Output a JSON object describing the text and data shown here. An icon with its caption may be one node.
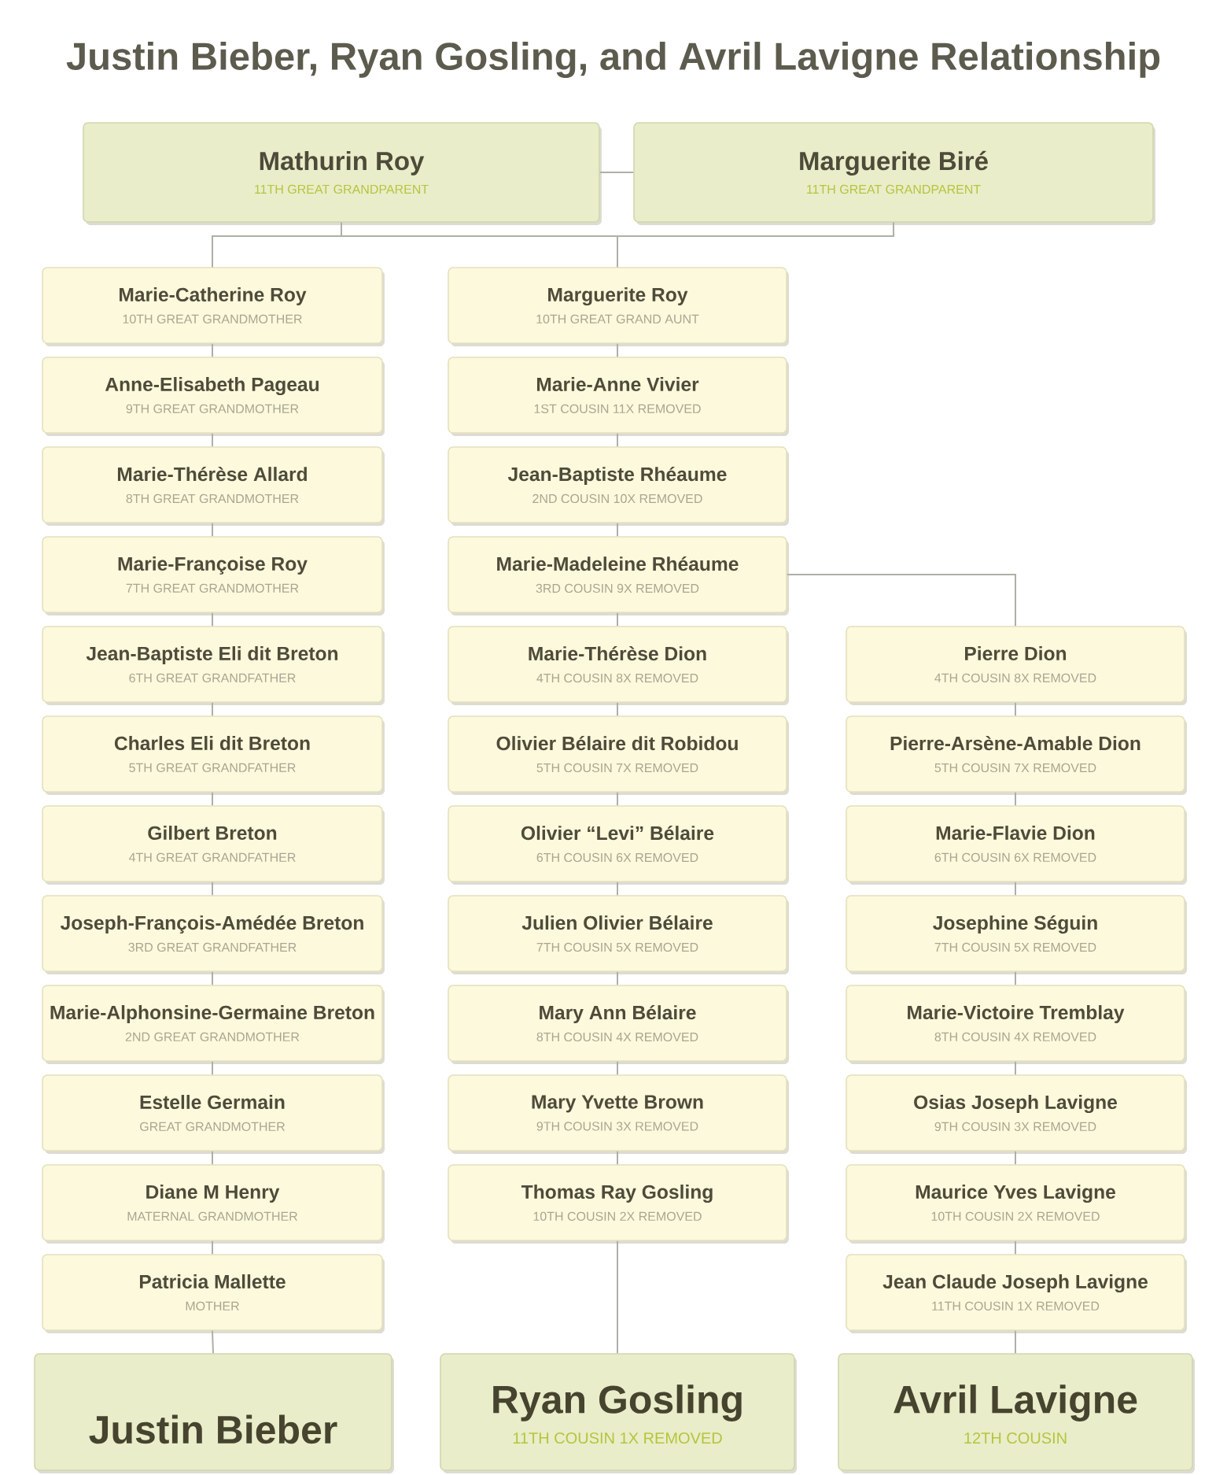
{
  "diagram": {
    "title": "Justin Bieber, Ryan Gosling, and Avril Lavigne Relationship",
    "nodes": [
      {
        "text": [
          "Mathurin Roy",
          "11TH GREAT GRANDPARENT"
        ]
      },
      {
        "text": [
          "Marguerite Biré",
          "11TH GREAT GRANDPARENT"
        ]
      },
      {
        "text": [
          "Marie-Catherine Roy",
          "10TH GREAT GRANDMOTHER"
        ]
      },
      {
        "text": [
          "Anne-Elisabeth Pageau",
          "9TH GREAT GRANDMOTHER"
        ]
      },
      {
        "text": [
          "Marie-Thérèse Allard",
          "8TH GREAT GRANDMOTHER"
        ]
      },
      {
        "text": [
          "Marie-Françoise Roy",
          "7TH GREAT GRANDMOTHER"
        ]
      },
      {
        "text": [
          "Jean-Baptiste Eli dit Breton",
          "6TH GREAT GRANDFATHER"
        ]
      },
      {
        "text": [
          "Charles Eli dit Breton",
          "5TH GREAT GRANDFATHER"
        ]
      },
      {
        "text": [
          "Gilbert Breton",
          "4TH GREAT GRANDFATHER"
        ]
      },
      {
        "text": [
          "Joseph-François-Amédée Breton",
          "3RD GREAT GRANDFATHER"
        ]
      },
      {
        "text": [
          "Marie-Alphonsine-Germaine Breton",
          "2ND GREAT GRANDMOTHER"
        ]
      },
      {
        "text": [
          "Estelle Germain",
          "GREAT GRANDMOTHER"
        ]
      },
      {
        "text": [
          "Diane M Henry",
          "MATERNAL GRANDMOTHER"
        ]
      },
      {
        "text": [
          "Patricia Mallette",
          "MOTHER"
        ]
      },
      {
        "text": [
          "Justin Bieber"
        ]
      },
      {
        "text": [
          "Marguerite Roy",
          "10TH GREAT GRAND AUNT"
        ]
      },
      {
        "text": [
          "Marie-Anne Vivier",
          "1ST COUSIN 11X REMOVED"
        ]
      },
      {
        "text": [
          "Jean-Baptiste Rhéaume",
          "2ND COUSIN 10X REMOVED"
        ]
      },
      {
        "text": [
          "Marie-Madeleine Rhéaume",
          "3RD COUSIN 9X REMOVED"
        ]
      },
      {
        "text": [
          "Marie-Thérèse Dion",
          "4TH COUSIN 8X REMOVED"
        ]
      },
      {
        "text": [
          "Olivier Bélaire dit Robidou",
          "5TH COUSIN 7X REMOVED"
        ]
      },
      {
        "text": [
          "Olivier “Levi” Bélaire",
          "6TH COUSIN 6X REMOVED"
        ]
      },
      {
        "text": [
          "Julien Olivier Bélaire",
          "7TH COUSIN 5X REMOVED"
        ]
      },
      {
        "text": [
          "Mary Ann Bélaire",
          "8TH COUSIN 4X REMOVED"
        ]
      },
      {
        "text": [
          "Mary Yvette Brown",
          "9TH COUSIN 3X REMOVED"
        ]
      },
      {
        "text": [
          "Thomas Ray Gosling",
          "10TH COUSIN 2X REMOVED"
        ]
      },
      {
        "text": [
          "Ryan Gosling",
          "11TH COUSIN 1X REMOVED"
        ]
      },
      {
        "text": [
          "Pierre Dion",
          "4TH COUSIN 8X REMOVED"
        ]
      },
      {
        "text": [
          "Pierre-Arsène-Amable Dion",
          "5TH COUSIN 7X REMOVED"
        ]
      },
      {
        "text": [
          "Marie-Flavie Dion",
          "6TH COUSIN 6X REMOVED"
        ]
      },
      {
        "text": [
          "Josephine Séguin",
          "7TH COUSIN 5X REMOVED"
        ]
      },
      {
        "text": [
          "Marie-Victoire Tremblay",
          "8TH COUSIN 4X REMOVED"
        ]
      },
      {
        "text": [
          "Osias Joseph Lavigne",
          "9TH COUSIN 3X REMOVED"
        ]
      },
      {
        "text": [
          "Maurice Yves Lavigne",
          "10TH COUSIN 2X REMOVED"
        ]
      },
      {
        "text": [
          "Jean Claude Joseph Lavigne",
          "11TH COUSIN 1X REMOVED"
        ]
      },
      {
        "text": [
          "Avril Lavigne",
          "12TH COUSIN"
        ]
      }
    ],
    "edges": [
      {
        "from": 0,
        "to": 1,
        "arrow": "none"
      },
      {
        "from": 0,
        "to": 2,
        "arrow": "none"
      },
      {
        "from": 1,
        "to": 2,
        "arrow": "none"
      },
      {
        "from": 0,
        "to": 15,
        "arrow": "none"
      },
      {
        "from": 1,
        "to": 15,
        "arrow": "none"
      },
      {
        "from": 2,
        "to": 3,
        "arrow": "none"
      },
      {
        "from": 3,
        "to": 4,
        "arrow": "none"
      },
      {
        "from": 4,
        "to": 5,
        "arrow": "none"
      },
      {
        "from": 5,
        "to": 6,
        "arrow": "none"
      },
      {
        "from": 6,
        "to": 7,
        "arrow": "none"
      },
      {
        "from": 7,
        "to": 8,
        "arrow": "none"
      },
      {
        "from": 8,
        "to": 9,
        "arrow": "none"
      },
      {
        "from": 9,
        "to": 10,
        "arrow": "none"
      },
      {
        "from": 10,
        "to": 11,
        "arrow": "none"
      },
      {
        "from": 11,
        "to": 12,
        "arrow": "none"
      },
      {
        "from": 12,
        "to": 13,
        "arrow": "none"
      },
      {
        "from": 13,
        "to": 14,
        "arrow": "none"
      },
      {
        "from": 15,
        "to": 16,
        "arrow": "none"
      },
      {
        "from": 16,
        "to": 17,
        "arrow": "none"
      },
      {
        "from": 17,
        "to": 18,
        "arrow": "none"
      },
      {
        "from": 18,
        "to": 19,
        "arrow": "none"
      },
      {
        "from": 19,
        "to": 20,
        "arrow": "none"
      },
      {
        "from": 20,
        "to": 21,
        "arrow": "none"
      },
      {
        "from": 21,
        "to": 22,
        "arrow": "none"
      },
      {
        "from": 22,
        "to": 23,
        "arrow": "none"
      },
      {
        "from": 23,
        "to": 24,
        "arrow": "none"
      },
      {
        "from": 24,
        "to": 25,
        "arrow": "none"
      },
      {
        "from": 25,
        "to": 26,
        "arrow": "none"
      },
      {
        "from": 18,
        "to": 27,
        "arrow": "none"
      },
      {
        "from": 27,
        "to": 28,
        "arrow": "none"
      },
      {
        "from": 28,
        "to": 29,
        "arrow": "none"
      },
      {
        "from": 29,
        "to": 30,
        "arrow": "none"
      },
      {
        "from": 30,
        "to": 31,
        "arrow": "none"
      },
      {
        "from": 31,
        "to": 32,
        "arrow": "none"
      },
      {
        "from": 32,
        "to": 33,
        "arrow": "none"
      },
      {
        "from": 33,
        "to": 34,
        "arrow": "none"
      },
      {
        "from": 34,
        "to": 35,
        "arrow": "none"
      }
    ]
  }
}
